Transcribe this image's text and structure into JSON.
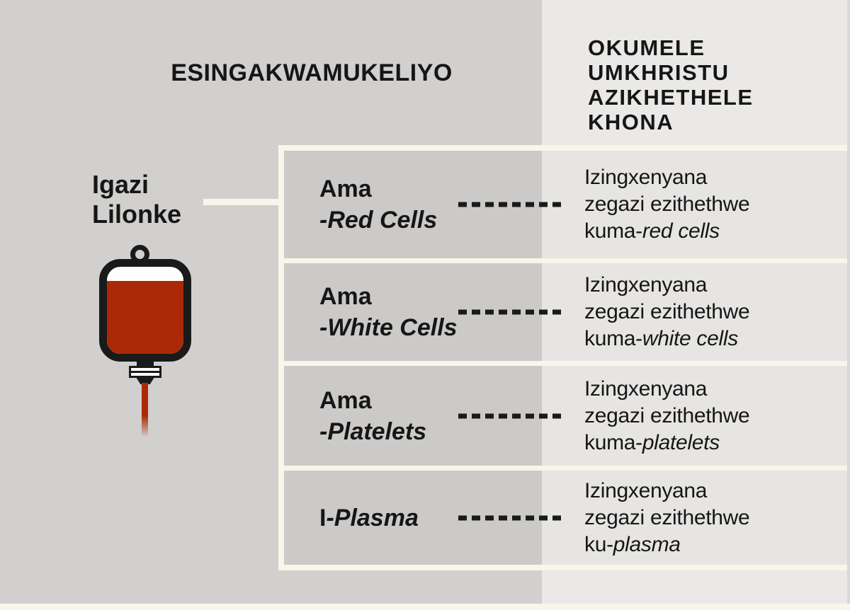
{
  "header": {
    "left_title": "ESINGAKWAMUKELIYO",
    "right_title_line1": "OKUMELE",
    "right_title_line2": "UMKHRISTU",
    "right_title_line3": "AZIKHETHELE",
    "right_title_line4": "KHONA"
  },
  "source": {
    "label_line1": "Igazi",
    "label_line2": "Lilonke",
    "icon": "blood-bag-icon"
  },
  "rows": [
    {
      "label_prefix": "Ama",
      "label_italic": "-Red Cells",
      "right_line1": "Izingxenyana",
      "right_line2": "zegazi ezithethwe",
      "right_line3_prefix": "kuma-",
      "right_line3_italic": "red cells"
    },
    {
      "label_prefix": "Ama",
      "label_italic": "-White Cells",
      "right_line1": "Izingxenyana",
      "right_line2": "zegazi ezithethwe",
      "right_line3_prefix": "kuma-",
      "right_line3_italic": "white cells"
    },
    {
      "label_prefix": "Ama",
      "label_italic": "-Platelets",
      "right_line1": "Izingxenyana",
      "right_line2": "zegazi ezithethwe",
      "right_line3_prefix": "kuma-",
      "right_line3_italic": "platelets"
    },
    {
      "label_prefix": "I",
      "label_italic": "-Plasma",
      "right_line1": "Izingxenyana",
      "right_line2": "zegazi ezithethwe",
      "right_line3_prefix": "ku-",
      "right_line3_italic": "plasma"
    }
  ],
  "colors": {
    "left_band": "#d1d0ce",
    "right_band": "#eae9e7",
    "row_gray_cell": "#cbcac8",
    "row_light_cell": "#e6e5e3",
    "frame_cream": "#faf5ea",
    "text": "#161616",
    "blood_red": "#ab2906",
    "dash": "#1a1a1a"
  }
}
